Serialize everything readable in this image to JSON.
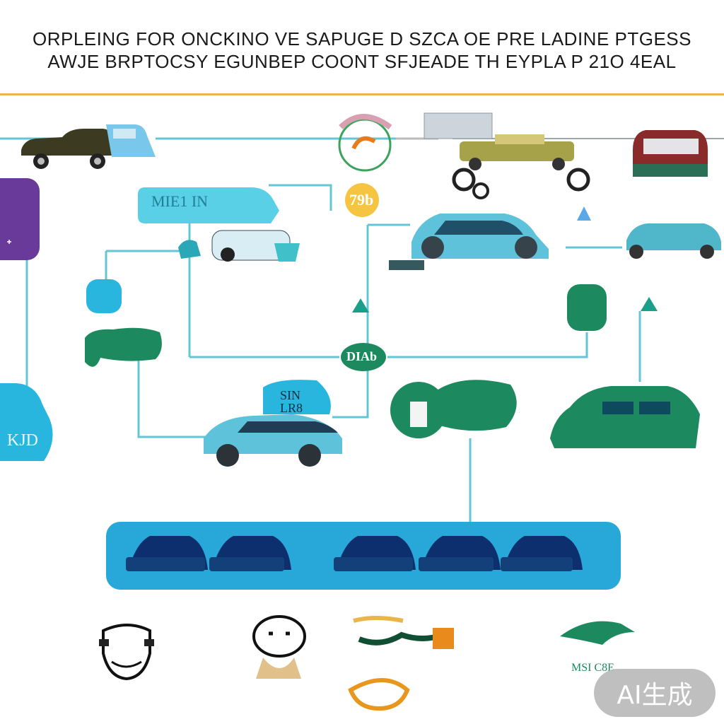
{
  "title": {
    "line1": "ORPLEING FOR ONCKINO VE SAPUGE D SZCA OE PRE LADINE PTGESS",
    "line2": "AWJE BRPTOCSY EGUNBEP COONT SFJEADE TH EYPLA P 21O 4EAL"
  },
  "labels": {
    "top_callout": "MIE1 IN",
    "yellow_tag": "79b",
    "left_panel": "KJD",
    "center_node": "DIAb",
    "car_tag": "SIN LR8",
    "bottom_right": "MSI C8E"
  },
  "watermark": "AI生成",
  "colors": {
    "rule": "#e8b64a",
    "connector": "#63c6d6",
    "tray": "#27a8d8",
    "purple": "#6a3a9a",
    "green": "#1c8a5e",
    "teal": "#4fb7c9"
  }
}
